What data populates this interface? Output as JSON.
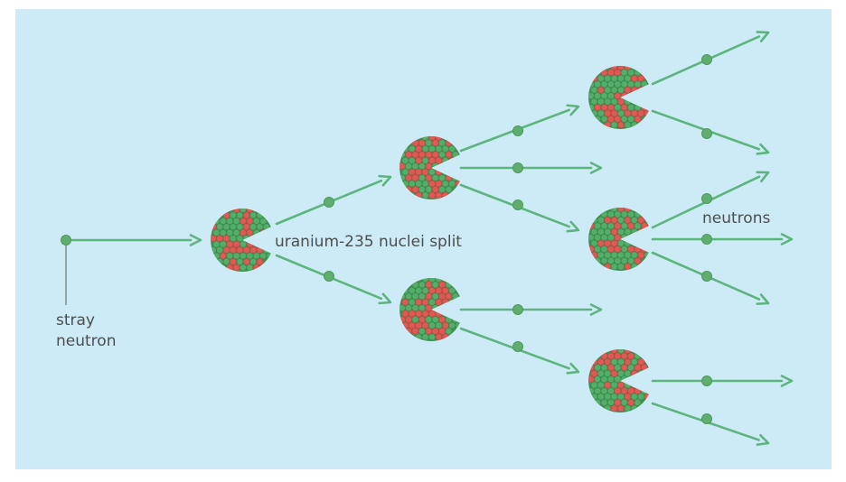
{
  "labels": {
    "stray": "stray",
    "neutron": "neutron",
    "split": "uranium-235 nuclei split",
    "neutrons": "neutrons"
  },
  "colors": {
    "background": "#cdebf7",
    "arrow": "#5bb57c",
    "neutron": "#5fae6f",
    "nucleus_green": "#54ad68",
    "nucleus_red": "#de5a54",
    "pointer": "#8a8a8a"
  },
  "icons": [
    "neutron-dot",
    "uranium-nucleus",
    "arrow"
  ]
}
